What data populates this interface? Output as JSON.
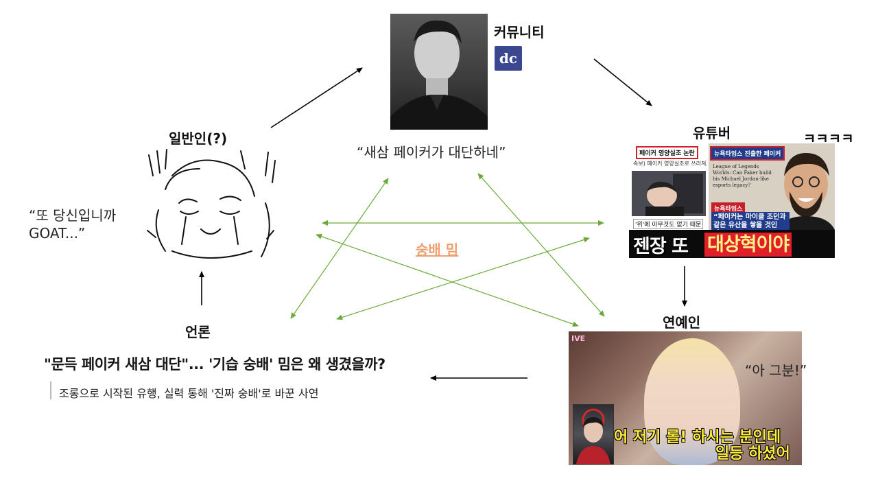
{
  "nodes": {
    "community": {
      "title": "커뮤니티",
      "quote": "“새삼 페이커가 대단하네”"
    },
    "youtuber": {
      "title": "유튜버",
      "laugh": "ㅋㅋㅋㅋ"
    },
    "celebrity": {
      "title": "연예인",
      "quote": "“아 그분!”"
    },
    "press": {
      "title": "언론",
      "headline": "\"문득 페이커 새삼 대단\"... '기습 숭배' 밈은 왜 생겼을까?",
      "subheadline": "조롱으로 시작된 유행, 실력 통해 '진짜 숭배'로 바꾼 사연"
    },
    "public": {
      "title": "일반인(?)",
      "quote_line1": "“또 당신입니까",
      "quote_line2": "GOAT...”"
    }
  },
  "center_label": "숭배 밈",
  "youtube_thumb": {
    "left_tag": "페이커 영양실조 논란",
    "left_sub": "속보) 페이커 영양실조로 쓰러져...",
    "left_caption": "'위'에 아무것도 없기 때문",
    "right_tag": "뉴욕타임스 진출한 페이커",
    "article_title": "League of Legends Worlds: Can Faker build his Michael Jordan-like esports legacy?",
    "nyt_tag": "뉴욕타임스",
    "nyt_caption": "“페이커는 마이클 조던과 같은 유산을 쌓을 것인가?”",
    "banner_white": "젠장 또",
    "banner_red": "대상혁이야"
  },
  "celebrity_thumb": {
    "caption_line1": "어 저기 롤! 하시는 분인데",
    "caption_line2": "일등 하셨어",
    "logo": "IVE"
  },
  "community_logo_text": "dc",
  "colors": {
    "black_arrow": "#000000",
    "green_arrow": "#6aaa3a",
    "meme_label": "#f0a070",
    "banner_red": "#e01f28"
  }
}
